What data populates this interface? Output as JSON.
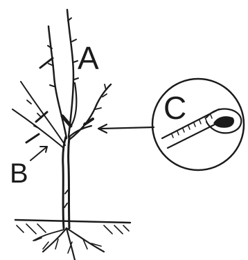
{
  "diagram": {
    "labels": {
      "a": "A",
      "b": "B",
      "c": "C"
    },
    "colors": {
      "ink": "#1b1b1b",
      "paper": "#ffffff"
    },
    "icons": {
      "c_inset": "hand-holding-ruler-icon"
    }
  }
}
